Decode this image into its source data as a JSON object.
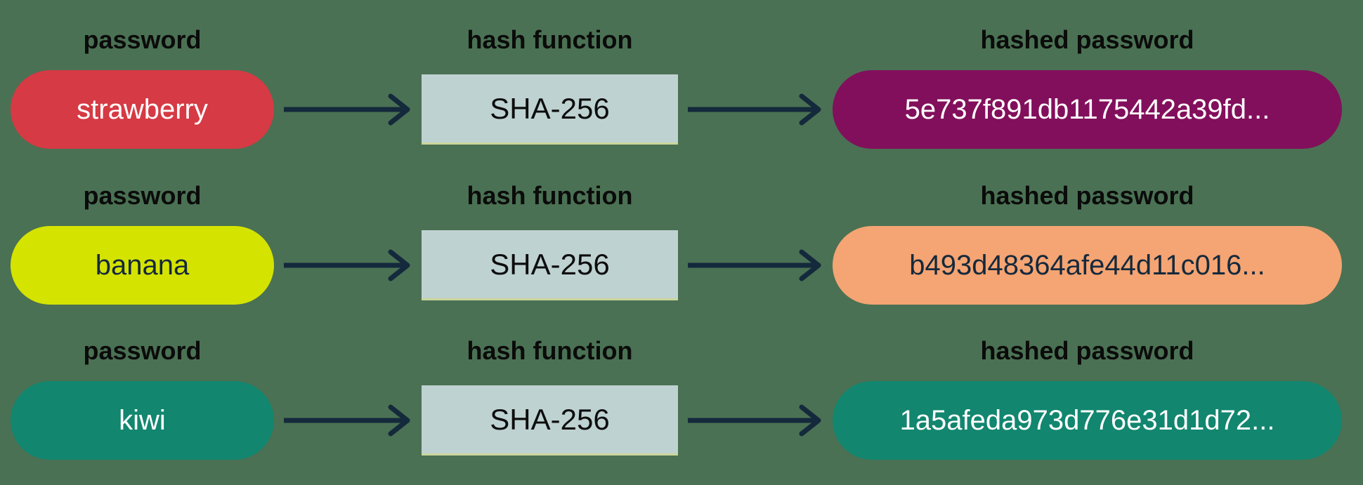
{
  "diagram": {
    "labels": {
      "password": "password",
      "hash_function": "hash function",
      "hashed_password": "hashed password"
    },
    "rows": [
      {
        "password": "strawberry",
        "hash_function": "SHA-256",
        "hashed_password": "5e737f891db1175442a39fd..."
      },
      {
        "password": "banana",
        "hash_function": "SHA-256",
        "hashed_password": "b493d48364afe44d11c016..."
      },
      {
        "password": "kiwi",
        "hash_function": "SHA-256",
        "hashed_password": "1a5afeda973d776e31d1d72..."
      }
    ],
    "colors": {
      "background": "#4A7153",
      "arrow": "#14293C",
      "label_text": "#0B0B0B",
      "hash_box_bg": "#BFD2D2",
      "hash_box_bottom_edge": "#CBD59B",
      "password_pill_bg": [
        "#D63A44",
        "#D5E300",
        "#12866F"
      ],
      "password_pill_text": [
        "#FFFFFF",
        "#14293C",
        "#FFFFFF"
      ],
      "hashed_pill_bg": [
        "#820F5C",
        "#F5A473",
        "#12866F"
      ],
      "hashed_pill_text": [
        "#FFFFFF",
        "#14293C",
        "#FFFFFF"
      ]
    }
  }
}
